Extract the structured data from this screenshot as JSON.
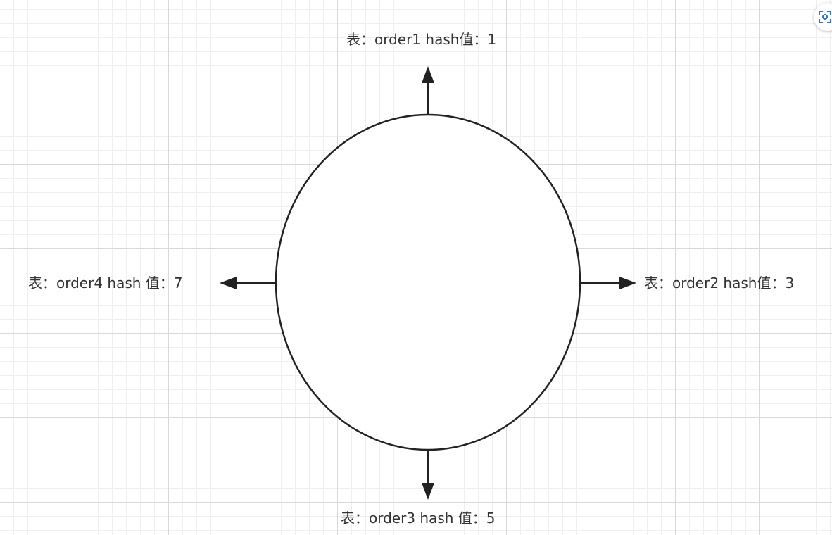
{
  "labels": {
    "top": "表：order1 hash值：1",
    "right": "表：order2 hash值：3",
    "bottom": "表：order3 hash 值：5",
    "left": "表：order4 hash 值：7"
  },
  "colors": {
    "stroke": "#222222",
    "grid_major": "#d9d9d9",
    "grid_minor": "#efefef",
    "accent": "#2f6fd6"
  },
  "icons": {
    "corner": "focus-icon"
  }
}
